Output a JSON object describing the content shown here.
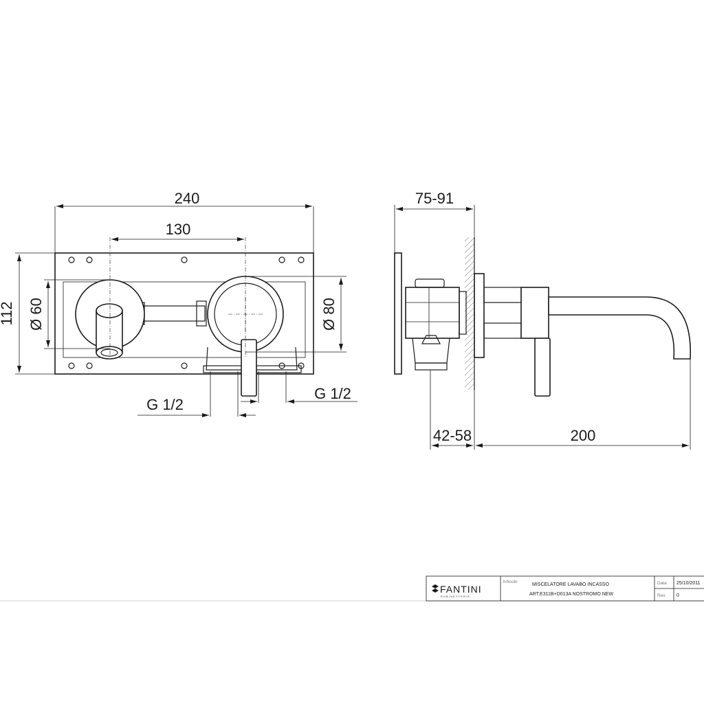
{
  "dimensions": {
    "front_width": "240",
    "valve_spacing": "130",
    "plate_height": "112",
    "spout_plate_diameter": "Ø 60",
    "handle_plate_diameter": "Ø 80",
    "thread_left": "G 1/2",
    "thread_right": "G 1/2",
    "side_depth": "75-91",
    "wall_depth": "42-58",
    "spout_projection": "200"
  },
  "title_block": {
    "brand": "FANTINI",
    "brand_sub": "RUBINETTERIE",
    "article_label": "Articolo",
    "description_line1": "MISCELATORE LAVABO INCASSO",
    "description_line2": "ART.E311B+D013A NOSTROMO NEW",
    "date_label": "Data",
    "date_value": "25/10/2011",
    "rev_label": "Rev.",
    "rev_value": "0"
  }
}
